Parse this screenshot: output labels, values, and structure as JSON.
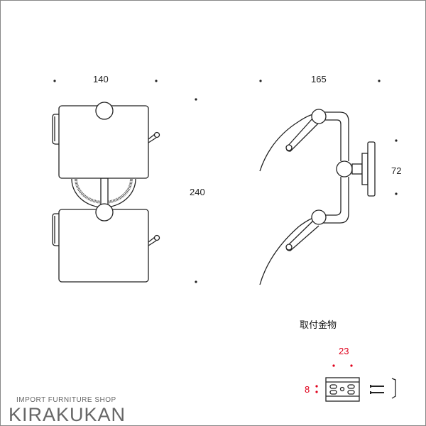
{
  "dimensions": {
    "width_front": "140",
    "height_total": "240",
    "depth_side": "165",
    "rosette_height": "72"
  },
  "fitting": {
    "title": "取付金物",
    "width": "23",
    "height": "8"
  },
  "brand": {
    "tagline": "IMPORT FURNITURE SHOP",
    "name": "KIRAKUKAN"
  },
  "colors": {
    "line": "#222222",
    "accent": "#e0001b",
    "logo": "#666666"
  }
}
